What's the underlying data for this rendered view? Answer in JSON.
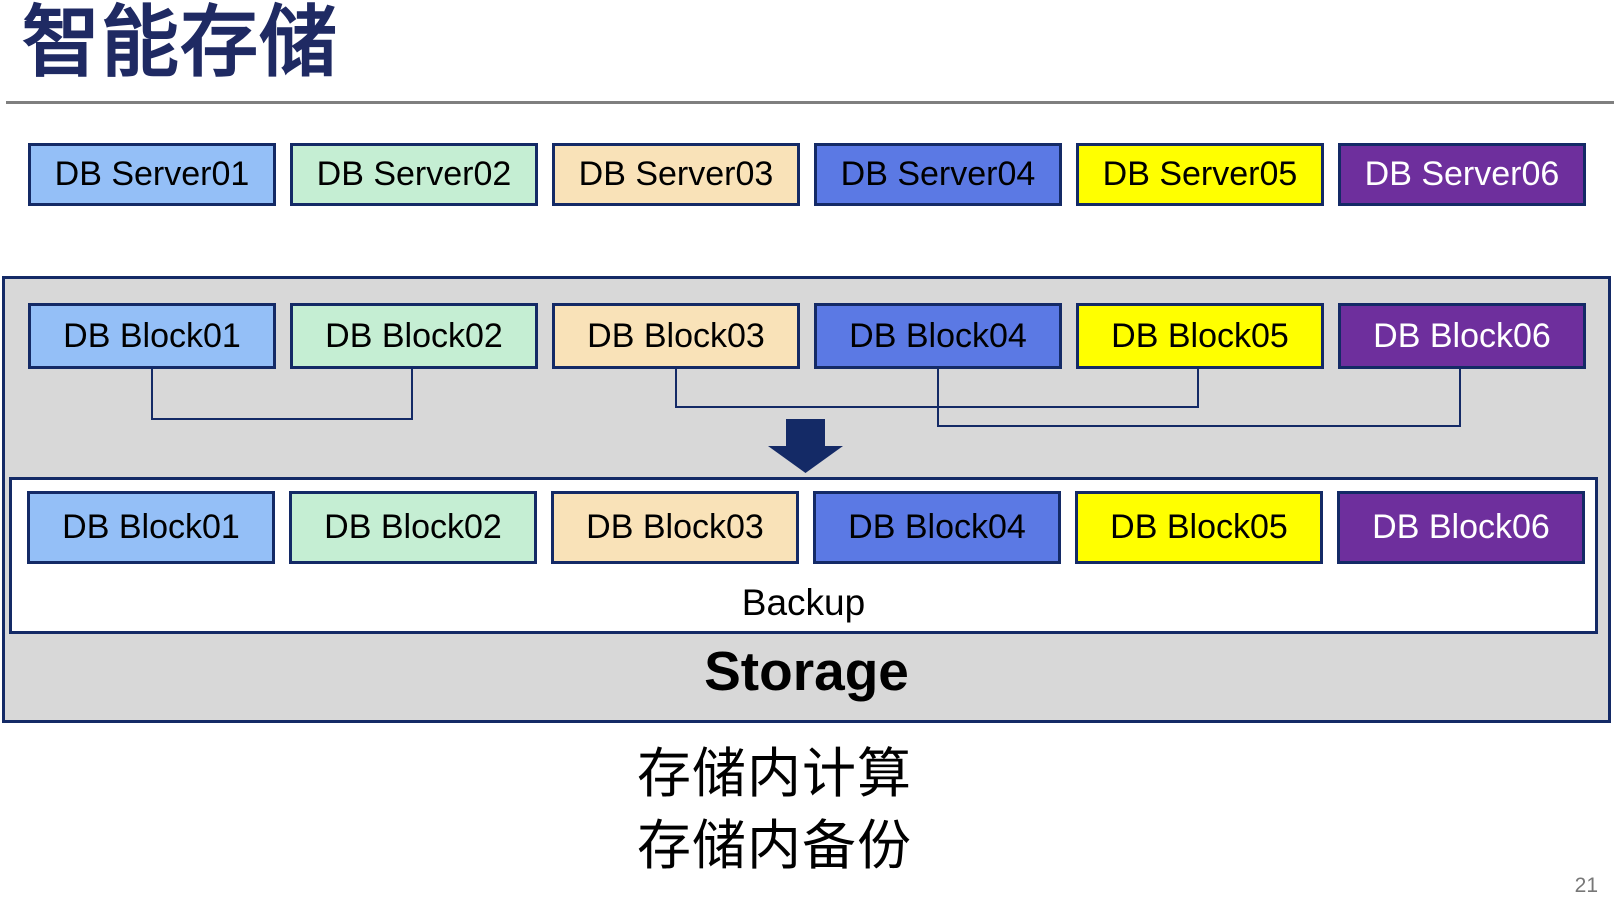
{
  "slide": {
    "title": "智能存储",
    "page_number": "21",
    "notes": {
      "line1": "存储内计算",
      "line2": "存储内备份"
    }
  },
  "labels": {
    "backup": "Backup",
    "storage": "Storage"
  },
  "servers": [
    {
      "label": "DB Server01"
    },
    {
      "label": "DB Server02"
    },
    {
      "label": "DB Server03"
    },
    {
      "label": "DB Server04"
    },
    {
      "label": "DB Server05"
    },
    {
      "label": "DB Server06"
    }
  ],
  "blocks_top": [
    {
      "label": "DB Block01"
    },
    {
      "label": "DB Block02"
    },
    {
      "label": "DB Block03"
    },
    {
      "label": "DB Block04"
    },
    {
      "label": "DB Block05"
    },
    {
      "label": "DB Block06"
    }
  ],
  "blocks_bottom": [
    {
      "label": "DB Block01"
    },
    {
      "label": "DB Block02"
    },
    {
      "label": "DB Block03"
    },
    {
      "label": "DB Block04"
    },
    {
      "label": "DB Block05"
    },
    {
      "label": "DB Block06"
    }
  ],
  "palette": [
    {
      "fill": "#94BFF7",
      "text": "#000000"
    },
    {
      "fill": "#C5EED3",
      "text": "#000000"
    },
    {
      "fill": "#F9E2B8",
      "text": "#000000"
    },
    {
      "fill": "#5B79E4",
      "text": "#000000"
    },
    {
      "fill": "#FFFF00",
      "text": "#000000"
    },
    {
      "fill": "#6E2F9D",
      "text": "#FFFFFF"
    }
  ],
  "colors": {
    "navy_border": "#142A66",
    "title_navy": "#1F2A63",
    "container_gray": "#D8D8D8",
    "divider_gray": "#7F7F7F",
    "page_number_gray": "#777777"
  }
}
